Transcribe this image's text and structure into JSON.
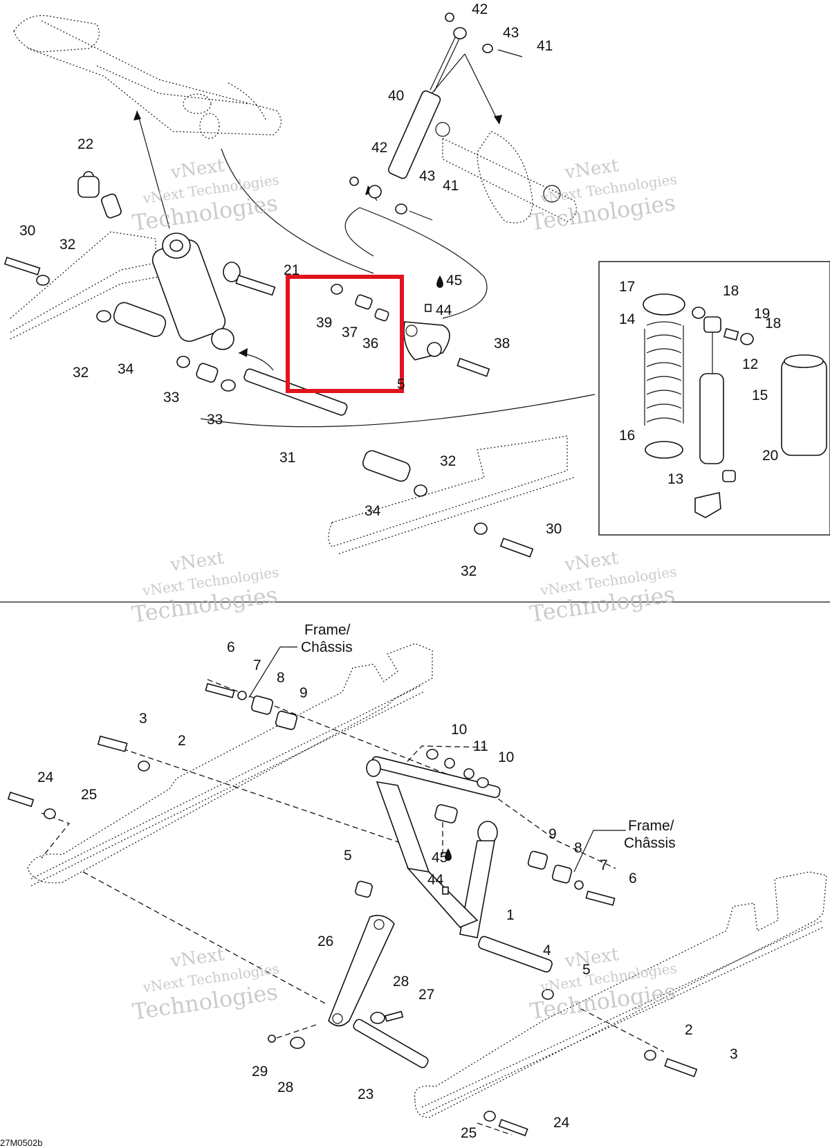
{
  "figure_code": "27M0502b",
  "watermark": {
    "line1": "vNext",
    "line2": "vNext Technologies",
    "line3": "Technologies"
  },
  "frame_label": {
    "line1": "Frame/",
    "line2": "Châssis"
  },
  "oil_icon": "oil-drop-icon",
  "highlight": {
    "color": "#e0141e",
    "parts": [
      "39",
      "37",
      "36"
    ]
  },
  "callouts_upper": [
    "42",
    "43",
    "41",
    "40",
    "42",
    "43",
    "41",
    "22",
    "30",
    "32",
    "21",
    "45",
    "44",
    "39",
    "37",
    "36",
    "38",
    "32",
    "34",
    "33",
    "33",
    "31",
    "32",
    "34",
    "30",
    "32",
    "5",
    "17",
    "18",
    "14",
    "19",
    "18",
    "12",
    "15",
    "16",
    "20",
    "13"
  ],
  "callouts_lower": [
    "6",
    "7",
    "8",
    "9",
    "3",
    "2",
    "24",
    "25",
    "10",
    "11",
    "10",
    "9",
    "8",
    "7",
    "6",
    "5",
    "45",
    "44",
    "1",
    "26",
    "4",
    "5",
    "28",
    "27",
    "29",
    "28",
    "23",
    "2",
    "3",
    "25",
    "24"
  ]
}
